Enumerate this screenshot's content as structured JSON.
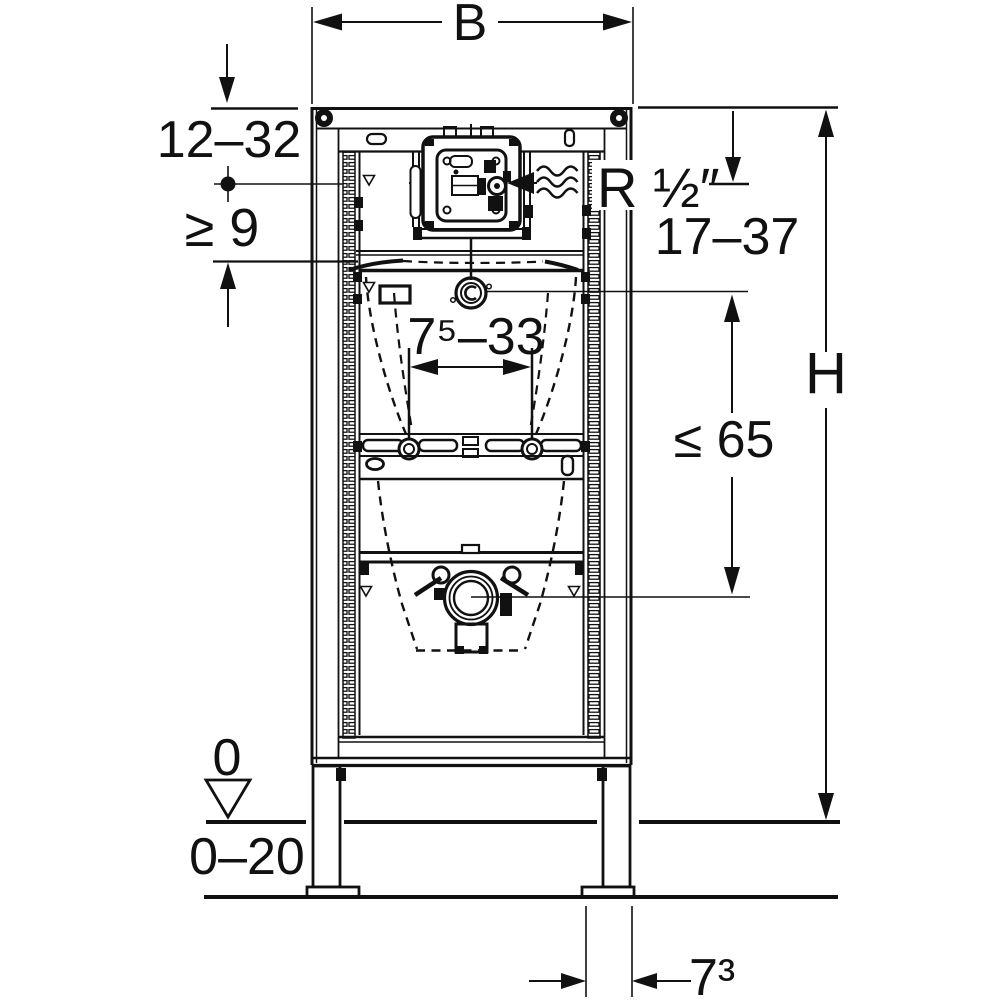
{
  "drawing": {
    "title": "urinal-element-front-dimension-drawing",
    "ink_color": "#111111",
    "background_color": "#ffffff"
  },
  "labels": {
    "frame_width": "B",
    "frame_height": "H",
    "top_edge_range": "12–32",
    "min_clearance": "≥ 9",
    "supply_thread": "R ½″",
    "supply_height_range": "17–37",
    "rod_spacing_range": "7⁵–33",
    "outlet_height_max": "≤ 65",
    "datum_level": "0",
    "floor_buildup_range": "0–20",
    "leg_offset": "7³"
  }
}
